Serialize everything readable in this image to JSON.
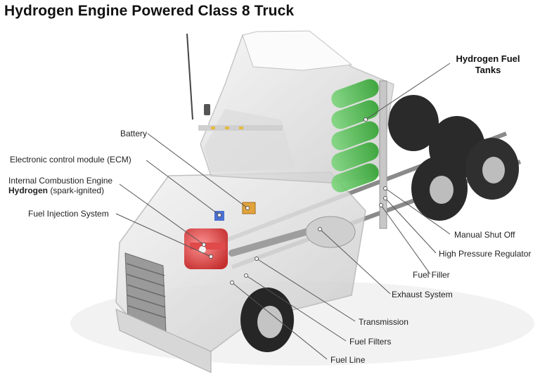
{
  "title": "Hydrogen Engine Powered Class 8 Truck",
  "colors": {
    "tank_green": "#4fbf4f",
    "engine_red": "#d93434",
    "leader_line": "#555555"
  },
  "labels": {
    "hydrogen_fuel_tanks": "Hydrogen Fuel Tanks",
    "battery": "Battery",
    "ecm": "Electronic control module (ECM)",
    "ice_line1": "Internal Combustion Engine",
    "ice_hydrogen": "Hydrogen",
    "ice_spark": "(spark-ignited)",
    "fuel_injection": "Fuel Injection System",
    "manual_shut_off": "Manual Shut Off",
    "high_pressure_regulator": "High Pressure Regulator",
    "fuel_filler": "Fuel Filler",
    "exhaust_system": "Exhaust System",
    "transmission": "Transmission",
    "fuel_filters": "Fuel Filters",
    "fuel_line": "Fuel Line"
  }
}
